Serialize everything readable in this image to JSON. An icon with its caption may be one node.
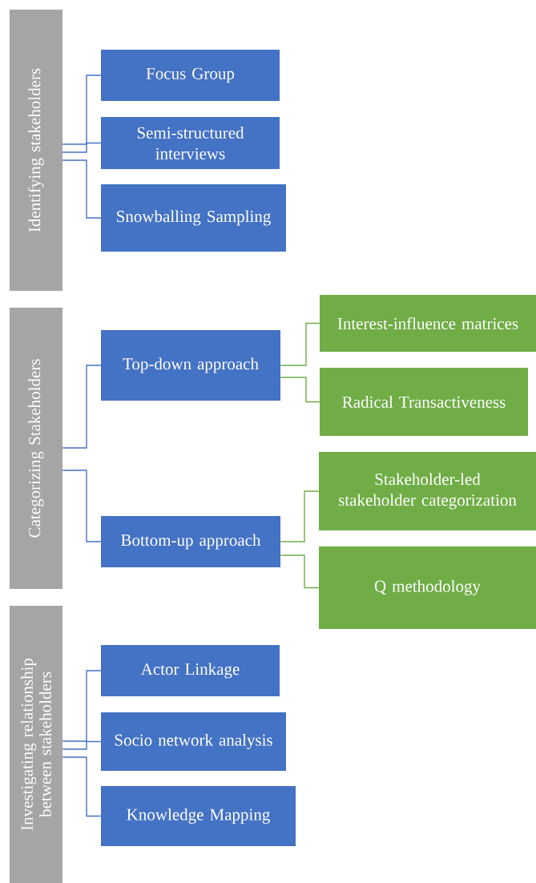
{
  "diagram": {
    "nodes": [
      {
        "text": [
          "Identifying stakeholders"
        ]
      },
      {
        "text": [
          "Focus Group"
        ]
      },
      {
        "text": [
          "Semi-structured interviews"
        ]
      },
      {
        "text": [
          "Snowballing Sampling"
        ]
      },
      {
        "text": [
          "Categorizing Stakeholders"
        ]
      },
      {
        "text": [
          "Top-down approach"
        ]
      },
      {
        "text": [
          "Interest-influence matrices"
        ]
      },
      {
        "text": [
          "Radical Transactiveness"
        ]
      },
      {
        "text": [
          "Bottom-up approach"
        ]
      },
      {
        "text": [
          "Stakeholder-led stakeholder categorization"
        ]
      },
      {
        "text": [
          "Q methodology"
        ]
      },
      {
        "text": [
          "Investigating relationship between stakeholders"
        ]
      },
      {
        "text": [
          "Actor Linkage"
        ]
      },
      {
        "text": [
          "Socio network analysis"
        ]
      },
      {
        "text": [
          "Knowledge Mapping"
        ]
      }
    ],
    "edges": [
      {
        "from": 0,
        "to": 1,
        "arrow": "none"
      },
      {
        "from": 0,
        "to": 2,
        "arrow": "none"
      },
      {
        "from": 0,
        "to": 3,
        "arrow": "none"
      },
      {
        "from": 4,
        "to": 5,
        "arrow": "none"
      },
      {
        "from": 4,
        "to": 8,
        "arrow": "none"
      },
      {
        "from": 5,
        "to": 6,
        "arrow": "none",
        "color": "#70ad47"
      },
      {
        "from": 5,
        "to": 7,
        "arrow": "none",
        "color": "#70ad47"
      },
      {
        "from": 8,
        "to": 9,
        "arrow": "none",
        "color": "#70ad47"
      },
      {
        "from": 8,
        "to": 10,
        "arrow": "none",
        "color": "#70ad47"
      },
      {
        "from": 11,
        "to": 12,
        "arrow": "none"
      },
      {
        "from": 11,
        "to": 13,
        "arrow": "none"
      },
      {
        "from": 11,
        "to": 14,
        "arrow": "none"
      }
    ]
  }
}
